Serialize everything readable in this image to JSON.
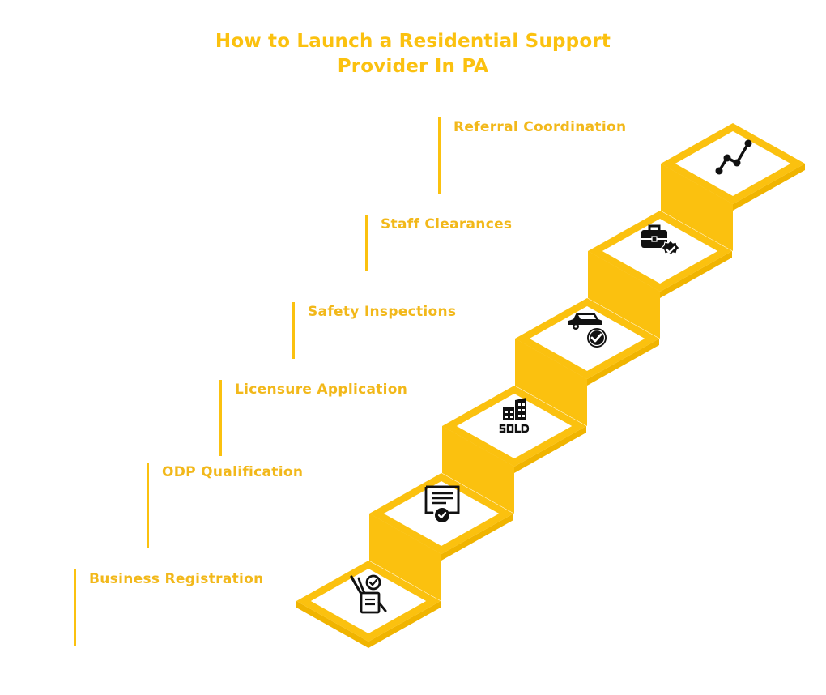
{
  "title": {
    "line1": "How to Launch a Residential Support",
    "line2": "Provider In PA"
  },
  "colors": {
    "accent": "#fbc10f",
    "accent_dark": "#f0b400",
    "label": "#f2b81a",
    "icon": "#111111",
    "background": "#ffffff"
  },
  "steps": [
    {
      "label": "Business Registration",
      "icon": "signed-contract-icon"
    },
    {
      "label": "ODP Qualification",
      "icon": "certificate-icon"
    },
    {
      "label": "Licensure Application",
      "icon": "sold-building-icon"
    },
    {
      "label": "Safety Inspections",
      "icon": "car-check-icon"
    },
    {
      "label": "Staff Clearances",
      "icon": "briefcase-verified-icon"
    },
    {
      "label": "Referral Coordination",
      "icon": "line-graph-icon"
    }
  ]
}
